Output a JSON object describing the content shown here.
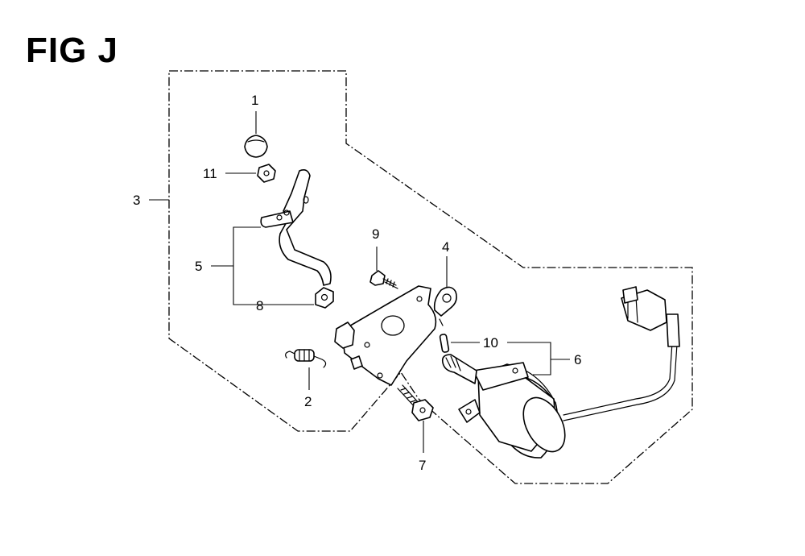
{
  "figure": {
    "title": "FIG J"
  },
  "callouts": [
    {
      "id": "1",
      "label": "1"
    },
    {
      "id": "2",
      "label": "2"
    },
    {
      "id": "3",
      "label": "3"
    },
    {
      "id": "4",
      "label": "4"
    },
    {
      "id": "5",
      "label": "5"
    },
    {
      "id": "6",
      "label": "6"
    },
    {
      "id": "7",
      "label": "7"
    },
    {
      "id": "8",
      "label": "8"
    },
    {
      "id": "9",
      "label": "9"
    },
    {
      "id": "10",
      "label": "10"
    },
    {
      "id": "11",
      "label": "11"
    }
  ]
}
